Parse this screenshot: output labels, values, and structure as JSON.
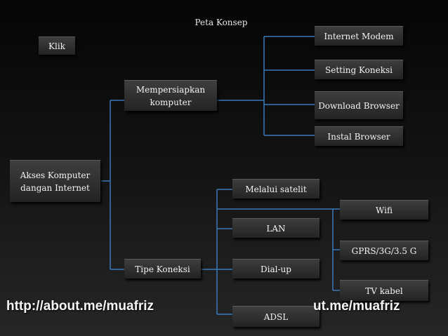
{
  "header": {
    "title": "Peta Konsep"
  },
  "buttons": {
    "klik": "Klik"
  },
  "root": {
    "label": "Akses Komputer dangan Internet"
  },
  "branches": {
    "prepare": "Mempersiapkan komputer",
    "connection_type": "Tipe Koneksi"
  },
  "prepare_steps": [
    "Internet Modem",
    "Setting Koneksi",
    "Download Browser",
    "Instal Browser"
  ],
  "connection_types": [
    "Melalui satelit",
    "LAN",
    "Dial-up",
    "ADSL"
  ],
  "wireless_types": [
    "Wifi",
    "GPRS/3G/3.5 G",
    "TV kabel"
  ],
  "footer": {
    "url_left": "http://about.me/muafriz",
    "url_right_visible": "ut.me/muafriz"
  },
  "colors": {
    "background_top": "#050505",
    "background_bottom": "#262626",
    "box": "#2e2e2e",
    "connector": "#3b78b8",
    "text": "#f2f2f2"
  }
}
